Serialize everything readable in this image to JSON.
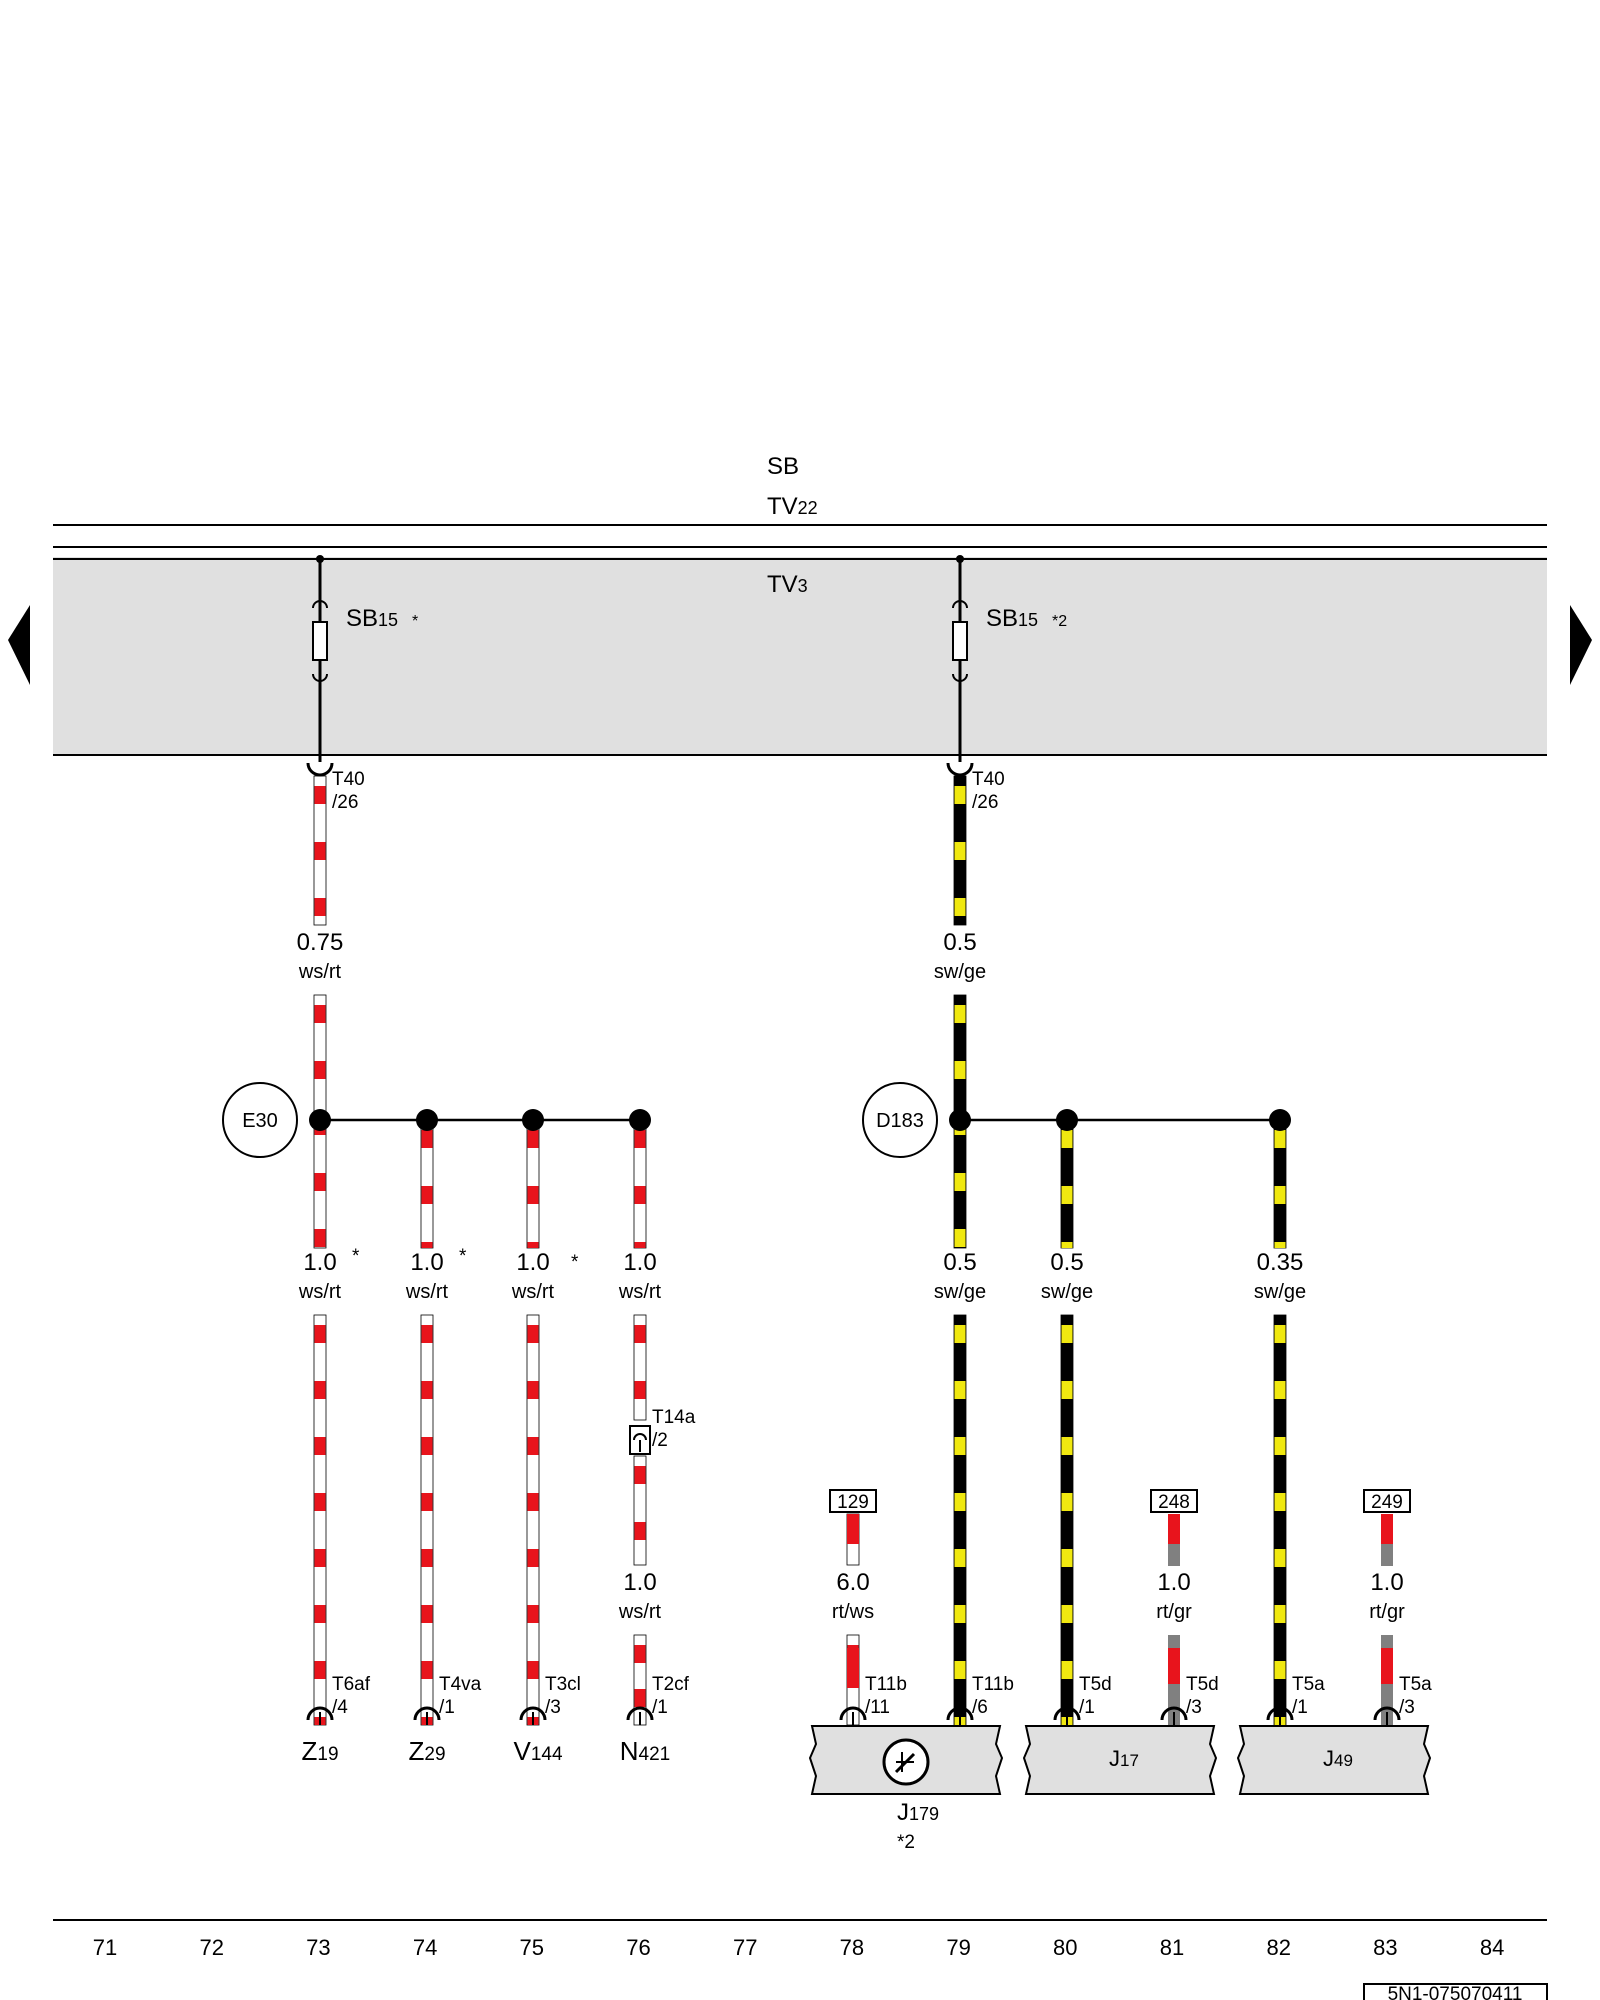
{
  "top_labels": {
    "sb": "SB",
    "tv22_main": "TV",
    "tv22_sub": "22",
    "tv3_main": "TV",
    "tv3_sub": "3"
  },
  "nav": {
    "left_icon": "triangle-left-icon",
    "right_icon": "triangle-right-icon"
  },
  "colors": {
    "red": "#e8141c",
    "yellow": "#f0e810",
    "black": "#000000",
    "white": "#ffffff",
    "gray": "#808080",
    "panel": "#e0e0e0"
  },
  "fuses": [
    {
      "id": "sb15a",
      "main": "SB",
      "sub": "15",
      "star": "*"
    },
    {
      "id": "sb15b",
      "main": "SB",
      "sub": "15",
      "star": "*2"
    }
  ],
  "top_connectors": [
    {
      "l1": "T40",
      "l2": "/26"
    },
    {
      "l1": "T40",
      "l2": "/26"
    }
  ],
  "top_wires": [
    {
      "size": "0.75",
      "color": "ws/rt"
    },
    {
      "size": "0.5",
      "color": "sw/ge"
    }
  ],
  "junctions": [
    {
      "label": "E30"
    },
    {
      "label": "D183"
    }
  ],
  "mid_wires": [
    {
      "size": "1.0",
      "color": "ws/rt",
      "star": "*"
    },
    {
      "size": "1.0",
      "color": "ws/rt",
      "star": "*"
    },
    {
      "size": "1.0",
      "color": "ws/rt",
      "star": "*"
    },
    {
      "size": "1.0",
      "color": "ws/rt",
      "star": ""
    },
    {
      "size": "0.5",
      "color": "sw/ge",
      "star": ""
    },
    {
      "size": "0.5",
      "color": "sw/ge",
      "star": ""
    },
    {
      "size": "0.35",
      "color": "sw/ge",
      "star": ""
    }
  ],
  "t14a": {
    "l1": "T14a",
    "l2": "/2"
  },
  "n421_wire": {
    "size": "1.0",
    "color": "ws/rt"
  },
  "refs": [
    {
      "num": "129",
      "size": "6.0",
      "color": "rt/ws"
    },
    {
      "num": "248",
      "size": "1.0",
      "color": "rt/gr"
    },
    {
      "num": "249",
      "size": "1.0",
      "color": "rt/gr"
    }
  ],
  "bottom_connectors": [
    {
      "l1": "T6af",
      "l2": "/4"
    },
    {
      "l1": "T4va",
      "l2": "/1"
    },
    {
      "l1": "T3cl",
      "l2": "/3"
    },
    {
      "l1": "T2cf",
      "l2": "/1"
    },
    {
      "l1": "T11b",
      "l2": "/11"
    },
    {
      "l1": "T11b",
      "l2": "/6"
    },
    {
      "l1": "T5d",
      "l2": "/1"
    },
    {
      "l1": "T5d",
      "l2": "/3"
    },
    {
      "l1": "T5a",
      "l2": "/1"
    },
    {
      "l1": "T5a",
      "l2": "/3"
    }
  ],
  "components": [
    {
      "main": "Z",
      "sub": "19"
    },
    {
      "main": "Z",
      "sub": "29"
    },
    {
      "main": "V",
      "sub": "144"
    },
    {
      "main": "N",
      "sub": "421"
    }
  ],
  "modules": [
    {
      "main": "J",
      "sub": "179",
      "star": "*2"
    },
    {
      "main": "J",
      "sub": "17"
    },
    {
      "main": "J",
      "sub": "49"
    }
  ],
  "columns": [
    "71",
    "72",
    "73",
    "74",
    "75",
    "76",
    "77",
    "78",
    "79",
    "80",
    "81",
    "82",
    "83",
    "84"
  ],
  "doc_id": "5N1-075070411"
}
